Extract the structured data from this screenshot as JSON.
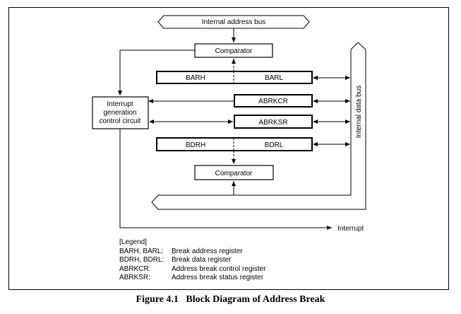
{
  "diagram": {
    "internal_address_bus": "Internal address bus",
    "internal_data_bus": "Internal data bus",
    "comparator_top": "Comparator",
    "comparator_bottom": "Comparator",
    "barh": "BARH",
    "barl": "BARL",
    "abrkcr": "ABRKCR",
    "abrksr": "ABRKSR",
    "bdrh": "BDRH",
    "bdrl": "BDRL",
    "interrupt_circuit": [
      "Interrupt",
      "generation",
      "control circuit"
    ],
    "interrupt": "Interrupt"
  },
  "legend": {
    "title": "[Legend]",
    "items": [
      {
        "key": "BARH, BARL:",
        "desc": "Break address register"
      },
      {
        "key": "BDRH, BDRL:",
        "desc": "Break data register"
      },
      {
        "key": "ABRKCR:",
        "desc": "Address break control register"
      },
      {
        "key": "ABRKSR:",
        "desc": "Address break status register"
      }
    ]
  },
  "caption": "Figure 4.1   Block Diagram of Address Break"
}
